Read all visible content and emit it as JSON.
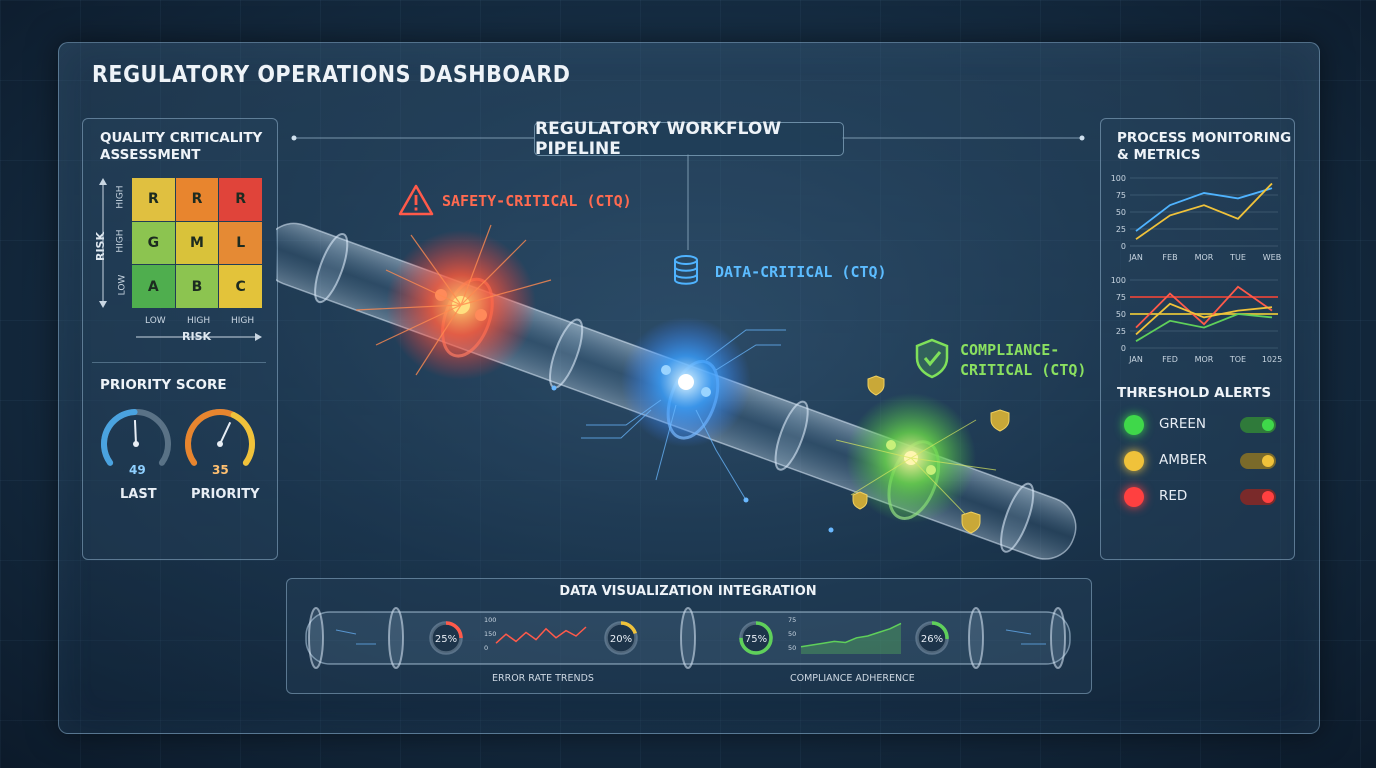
{
  "dashboard": {
    "title": "REGULATORY OPERATIONS DASHBOARD"
  },
  "left_panel": {
    "title_line1": "QUALITY CRITICALITY",
    "title_line2": "ASSESSMENT",
    "matrix": [
      [
        "R",
        "R",
        "R"
      ],
      [
        "G",
        "M",
        "L"
      ],
      [
        "A",
        "B",
        "C"
      ]
    ],
    "matrix_colors": [
      [
        "#e0c040",
        "#e8852e",
        "#e0443a"
      ],
      [
        "#8cc450",
        "#d9c23a",
        "#e58a34"
      ],
      [
        "#4fae4e",
        "#8cc450",
        "#e3c33a"
      ]
    ],
    "x_ticks": [
      "LOW",
      "HIGH",
      "HIGH"
    ],
    "y_ticks": [
      "HIGH",
      "HIGH",
      "LOW"
    ],
    "x_axis": "RISK",
    "y_axis": "RISK",
    "priority_title": "PRIORITY SCORE",
    "gauges": [
      {
        "value": "49",
        "label": "LAST",
        "level": 0.49,
        "color": "#4aa3e0"
      },
      {
        "value": "35",
        "label": "PRIORITY",
        "level": 0.6,
        "color": "#e8852e"
      }
    ]
  },
  "pipeline": {
    "title": "REGULATORY WORKFLOW PIPELINE",
    "stages": [
      {
        "label": "SAFETY-CRITICAL (CTQ)",
        "color": "#ff5a4a",
        "icon": "warning-icon"
      },
      {
        "label": "DATA-CRITICAL (CTQ)",
        "color": "#4fb3ff",
        "icon": "database-icon"
      },
      {
        "label_line1": "COMPLIANCE-",
        "label_line2": "CRITICAL (CTQ)",
        "color": "#7fe05a",
        "icon": "shield-check-icon"
      }
    ]
  },
  "right_panel": {
    "title_line1": "PROCESS MONITORING",
    "title_line2": "& METRICS",
    "chart_data": [
      {
        "type": "line",
        "categories": [
          "JAN",
          "FEB",
          "MOR",
          "TUE",
          "WEB"
        ],
        "y_ticks": [
          "100",
          "75",
          "50",
          "25",
          "0"
        ],
        "ylim": [
          0,
          100
        ],
        "series": [
          {
            "values": [
              22,
              60,
              78,
              70,
              85
            ],
            "color": "#4fb3ff"
          },
          {
            "values": [
              10,
              45,
              60,
              40,
              92
            ],
            "color": "#f0c23a"
          }
        ]
      },
      {
        "type": "line",
        "categories": [
          "JAN",
          "FED",
          "MOR",
          "TOE",
          "1025"
        ],
        "y_ticks": [
          "100",
          "75",
          "50",
          "25",
          "0"
        ],
        "ylim": [
          0,
          100
        ],
        "thresholds": [
          {
            "value": 75,
            "color": "#e0443a"
          },
          {
            "value": 50,
            "color": "#e3c33a"
          }
        ],
        "series": [
          {
            "values": [
              30,
              80,
              35,
              90,
              55
            ],
            "color": "#ff5a4a"
          },
          {
            "values": [
              20,
              65,
              45,
              55,
              60
            ],
            "color": "#f0c23a"
          },
          {
            "values": [
              10,
              40,
              30,
              50,
              45
            ],
            "color": "#5fd05a"
          }
        ]
      }
    ],
    "alerts_title": "THRESHOLD ALERTS",
    "alerts": [
      {
        "label": "GREEN",
        "color": "#3fd84a",
        "track": "#2f7a3a"
      },
      {
        "label": "AMBER",
        "color": "#f0c23a",
        "track": "#7a6a2a"
      },
      {
        "label": "RED",
        "color": "#ff4040",
        "track": "#7a2a2a"
      }
    ]
  },
  "bottom_panel": {
    "title": "DATA VISUALIZATION INTEGRATION",
    "rings": [
      {
        "label": "25%",
        "level": 0.25,
        "color": "#ff5a4a"
      },
      {
        "label": "20%",
        "level": 0.2,
        "color": "#f0c23a"
      },
      {
        "label": "75%",
        "level": 0.75,
        "color": "#5fd05a"
      },
      {
        "label": "26%",
        "level": 0.26,
        "color": "#5fd05a"
      }
    ],
    "caption_left": "ERROR RATE TRENDS",
    "caption_right": "COMPLIANCE ADHERENCE",
    "mini_ticks_left": [
      "100",
      "150",
      "0"
    ],
    "mini_ticks_right": [
      "75",
      "50",
      "50"
    ],
    "chart_data": [
      {
        "type": "line",
        "values": [
          30,
          55,
          35,
          60,
          40,
          70,
          45,
          65,
          50,
          75
        ],
        "color": "#ff5a4a"
      },
      {
        "type": "area",
        "values": [
          20,
          25,
          30,
          35,
          32,
          45,
          50,
          60,
          70,
          85
        ],
        "color": "#5fd05a"
      }
    ]
  }
}
